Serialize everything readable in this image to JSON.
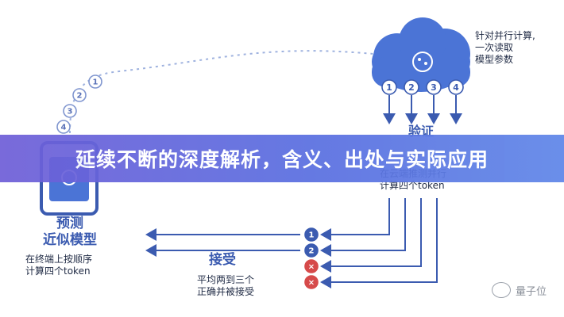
{
  "diagram": {
    "cloud_note": "针对并行计算,\n一次读取\n模型参数",
    "verify_title": "验证",
    "verify_note": "在云端推测并行\n计算四个token",
    "predict_title": "预测\n近似模型",
    "predict_note": "在终端上按顺序\n计算四个token",
    "accept_title": "接受",
    "accept_note": "平均两到三个\n正确并被接受",
    "cloud_steps": [
      "1",
      "2",
      "3",
      "4"
    ],
    "phone_steps": [
      "1",
      "2",
      "3",
      "4"
    ],
    "result_badges": [
      {
        "mark": "1",
        "kind": "accept"
      },
      {
        "mark": "2",
        "kind": "accept"
      },
      {
        "mark": "×",
        "kind": "reject"
      },
      {
        "mark": "×",
        "kind": "reject"
      }
    ]
  },
  "banner": {
    "title": "延续不断的深度解析，含义、出处与实际应用"
  },
  "watermark": {
    "text": "量子位",
    "icon": "wechat-icon"
  },
  "colors": {
    "blue": "#3b5bb0",
    "cloud": "#4b74d6",
    "reject": "#d64a4a",
    "banner_start": "#6f5fd8",
    "banner_end": "#5f86e8"
  }
}
